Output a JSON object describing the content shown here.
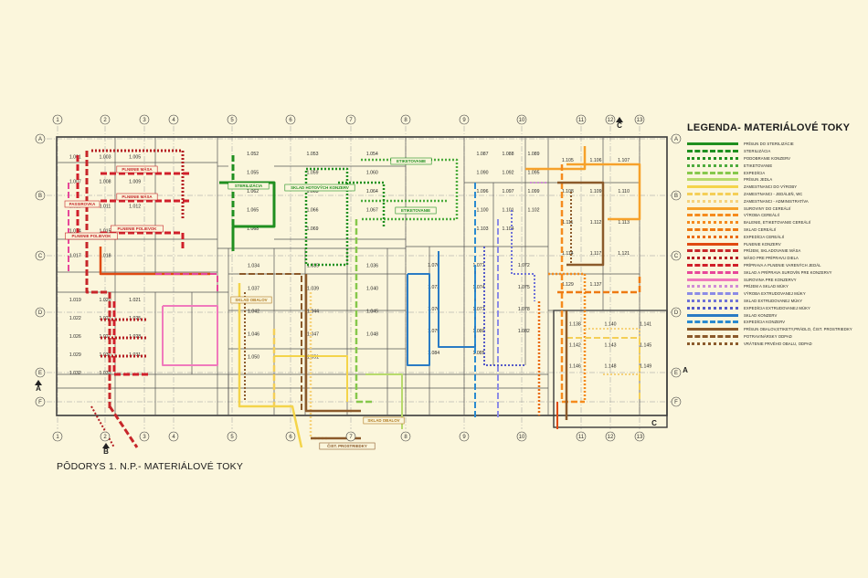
{
  "plan": {
    "title": "PÔDORYS 1. N.P.- MATERIÁLOVÉ TOKY",
    "grid_columns": [
      "1",
      "2",
      "3",
      "4",
      "5",
      "6",
      "7",
      "8",
      "9",
      "10",
      "11",
      "12",
      "13"
    ],
    "grid_rows": [
      "A",
      "B",
      "C",
      "D",
      "E",
      "F"
    ],
    "section_marks": [
      "A",
      "B",
      "C"
    ],
    "rooms": [
      "1.001",
      "1.003",
      "1.005",
      "1.007",
      "1.008",
      "1.009",
      "1.010",
      "1.011",
      "1.012",
      "1.014",
      "1.015",
      "1.016",
      "1.017",
      "1.018",
      "1.019",
      "1.020",
      "1.021",
      "1.022",
      "1.023",
      "1.025",
      "1.026",
      "1.027",
      "1.028",
      "1.029",
      "1.030",
      "1.031",
      "1.032",
      "1.033",
      "1.034",
      "1.035",
      "1.036",
      "1.037",
      "1.039",
      "1.040",
      "1.042",
      "1.044",
      "1.045",
      "1.046",
      "1.047",
      "1.048",
      "1.050",
      "1.051",
      "1.052",
      "1.053",
      "1.054",
      "1.055",
      "1.059",
      "1.060",
      "1.062",
      "1.063",
      "1.064",
      "1.065",
      "1.066",
      "1.067",
      "1.068",
      "1.069",
      "1.070",
      "1.071",
      "1.072",
      "1.073",
      "1.074",
      "1.075",
      "1.076",
      "1.077",
      "1.078",
      "1.079",
      "1.080",
      "1.082",
      "1.084",
      "1.085",
      "1.087",
      "1.088",
      "1.089",
      "1.090",
      "1.092",
      "1.095",
      "1.096",
      "1.097",
      "1.099",
      "1.100",
      "1.101",
      "1.102",
      "1.103",
      "1.104",
      "1.105",
      "1.106",
      "1.107",
      "1.108",
      "1.109",
      "1.110",
      "1.111",
      "1.112",
      "1.113",
      "1.114",
      "1.117",
      "1.121",
      "1.129",
      "1.137",
      "1.138",
      "1.140",
      "1.141",
      "1.142",
      "1.143",
      "1.145",
      "1.146",
      "1.148",
      "1.149"
    ],
    "flow_labels": [
      "PLNENIE MÄSA",
      "PLNENIE MÄSA",
      "PLNENIE POLIEVOK",
      "PLNENIE POLIEVOK",
      "PASSIROVKA",
      "STERILIZÁCIA",
      "ETIKETOVANIE",
      "ETIKETOVANIE",
      "SKLAD HOTOVÝCH KONZERV",
      "SKLAD OBALOV",
      "SKLAD OBALOV",
      "ČIST. PROSTRIEDKY"
    ]
  },
  "legend": {
    "title": "LEGENDA- MATERIÁLOVÉ TOKY",
    "items": [
      {
        "label": "PRÍSUN DO STERILIZÁCIE",
        "color": "#1f8f1f",
        "style": "solid"
      },
      {
        "label": "STERILIZÁCIA",
        "color": "#1f8f1f",
        "style": "dashed"
      },
      {
        "label": "PODOBRANIE KONZERV",
        "color": "#1f8f1f",
        "style": "dotted"
      },
      {
        "label": "ETIKETOVANIE",
        "color": "#4caa3c",
        "style": "dotted"
      },
      {
        "label": "EXPEDÍCIA",
        "color": "#86c84c",
        "style": "dashed"
      },
      {
        "label": "PRÍSUN JEDLA",
        "color": "#b7da6c",
        "style": "solid"
      },
      {
        "label": "ZAMESTNANCI DO VÝROBY",
        "color": "#f4d44a",
        "style": "solid"
      },
      {
        "label": "ZAMESTNANCI - JEDÁLEŇ, WC",
        "color": "#f4cf57",
        "style": "dashed"
      },
      {
        "label": "ZAMESTNANCI - ADMINISTRATÍVA",
        "color": "#f6d27a",
        "style": "dotted"
      },
      {
        "label": "SUROVINY DO CEREÁLIÍ",
        "color": "#f6a12a",
        "style": "solid"
      },
      {
        "label": "VÝROBA CEREÁLIÍ",
        "color": "#f58b1e",
        "style": "dashed"
      },
      {
        "label": "BALENIE, ETIKETOVANIE CEREÁLIÍ",
        "color": "#f48a1c",
        "style": "dotted"
      },
      {
        "label": "SKLAD CEREÁLIÍ",
        "color": "#ee7a12",
        "style": "dashed"
      },
      {
        "label": "EXPEDÍCIA CEREÁLIÍ",
        "color": "#ea6a0e",
        "style": "dotted"
      },
      {
        "label": "PLNENIE KONZERV",
        "color": "#e04a12",
        "style": "solid"
      },
      {
        "label": "PRÍJEM, SKLADOVANIE MÄSA",
        "color": "#c7262a",
        "style": "dashed"
      },
      {
        "label": "MÄSO PRE PRÍPRAVU DIELA",
        "color": "#b41d22",
        "style": "dotted"
      },
      {
        "label": "PRÍPRAVA A PLNENIE VARENÝCH JEDÁL",
        "color": "#d01f2a",
        "style": "dashed"
      },
      {
        "label": "SKLAD A PRÍPRAVA SUROVÍN PRE KONZERVY",
        "color": "#e7479a",
        "style": "dashed"
      },
      {
        "label": "SUROVINA PRE KONZERVY",
        "color": "#f07abc",
        "style": "solid"
      },
      {
        "label": "PRÍJEM A SKLAD MÚKY",
        "color": "#d08cd6",
        "style": "dotted"
      },
      {
        "label": "VÝROBA EXTRUDOVANEJ MÚKY",
        "color": "#8c8ce6",
        "style": "dashed"
      },
      {
        "label": "SKLAD EXTRUDOVANEJ MÚKY",
        "color": "#6f72d8",
        "style": "dotted"
      },
      {
        "label": "EXPEDÍCIA EXTRUDOVANEJ MÚKY",
        "color": "#5459c8",
        "style": "dotted"
      },
      {
        "label": "SKLAD KONZERV",
        "color": "#2a7bc4",
        "style": "solid"
      },
      {
        "label": "EXPEDÍCIA KONZERV",
        "color": "#2a8ad0",
        "style": "dashed"
      },
      {
        "label": "PRÍSUN OBALOV,ETIKETY,PRÁDLO, ČIST. PROSTRIEDKY",
        "color": "#8b5a2b",
        "style": "solid"
      },
      {
        "label": "POTRAVINÁRSKY ODPAD",
        "color": "#8b5a2b",
        "style": "dashed"
      },
      {
        "label": "VRÁTENIE PRVÉHO OBALU, ODPAD",
        "color": "#8b5a2b",
        "style": "dotted"
      }
    ]
  }
}
